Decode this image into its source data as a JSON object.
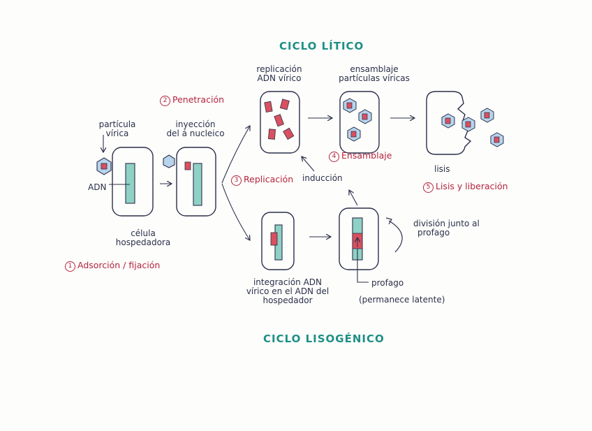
{
  "titles": {
    "lytic": "CICLO LÍTICO",
    "lysogenic": "CICLO LISOGÉNICO"
  },
  "labels": {
    "viral_particle": [
      "partícula",
      "vírica"
    ],
    "dna": "ADN",
    "host_cell": [
      "célula",
      "hospedadora"
    ],
    "nucleus_injection": [
      "inyección",
      "del á nucleico"
    ],
    "dna_replication": [
      "replicación",
      "ADN vírico"
    ],
    "assembly_particles": [
      "ensamblaje",
      "partículas víricas"
    ],
    "lysis": "lisis",
    "induction": "inducción",
    "integration": [
      "integración ADN",
      "vírico en el ADN del",
      "hospedador"
    ],
    "prophage": "profago",
    "prophage_latent": "(permanece latente)",
    "division": [
      "división junto al",
      "profago"
    ]
  },
  "steps": {
    "adsorption": {
      "num": "1",
      "text": "Adsorción / fijación"
    },
    "penetration": {
      "num": "2",
      "text": "Penetración"
    },
    "replication": {
      "num": "3",
      "text": "Replicación"
    },
    "assembly": {
      "num": "4",
      "text": "Ensamblaje"
    },
    "lysis_release": {
      "num": "5",
      "text": "Lisis y liberación"
    }
  },
  "colors": {
    "ink": "#2b2f4a",
    "red": "#b3243e",
    "teal": "#1f8f86",
    "viral_dna": "#d9505f",
    "host_dna": "#8fd1c4",
    "capsid": "#b7d4ec"
  }
}
